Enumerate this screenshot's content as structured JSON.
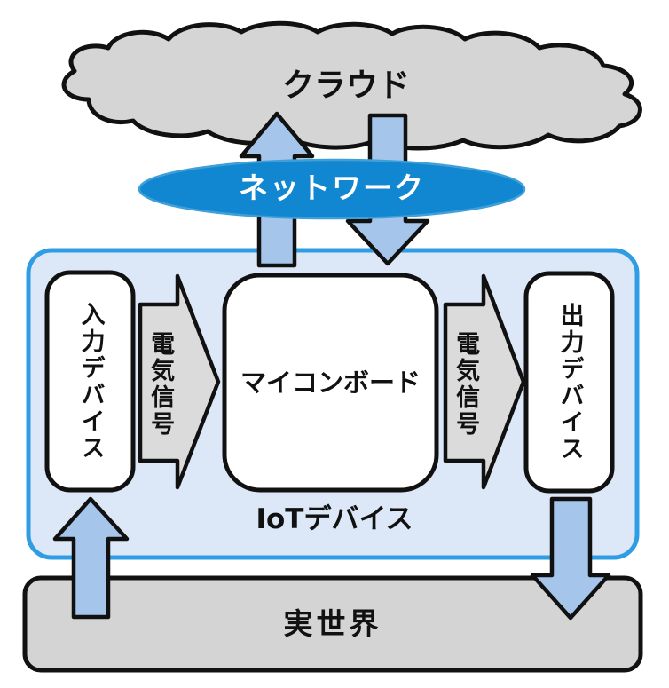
{
  "diagram": {
    "cloud": {
      "label": "クラウド"
    },
    "network": {
      "label": "ネットワーク"
    },
    "iot_device": {
      "label": "IoTデバイス",
      "input_device": {
        "label": "入力デバイス"
      },
      "signal_left": {
        "label": "電気信号"
      },
      "microcontroller_board": {
        "label": "マイコンボード"
      },
      "signal_right": {
        "label": "電気信号"
      },
      "output_device": {
        "label": "出力デバイス"
      }
    },
    "real_world": {
      "label": "実世界"
    }
  },
  "colors": {
    "network_blue": "#1287d1",
    "network_edge": "#3f9fd9",
    "arrow_blue": "#a5c6ea",
    "iot_fill": "#dce8f7",
    "iot_border": "#2f9de3",
    "cloud_gray": "#d5d5d5",
    "real_world_gray": "#d4d4d4",
    "signal_gray": "#dbdbdb",
    "box_white": "#ffffff"
  }
}
